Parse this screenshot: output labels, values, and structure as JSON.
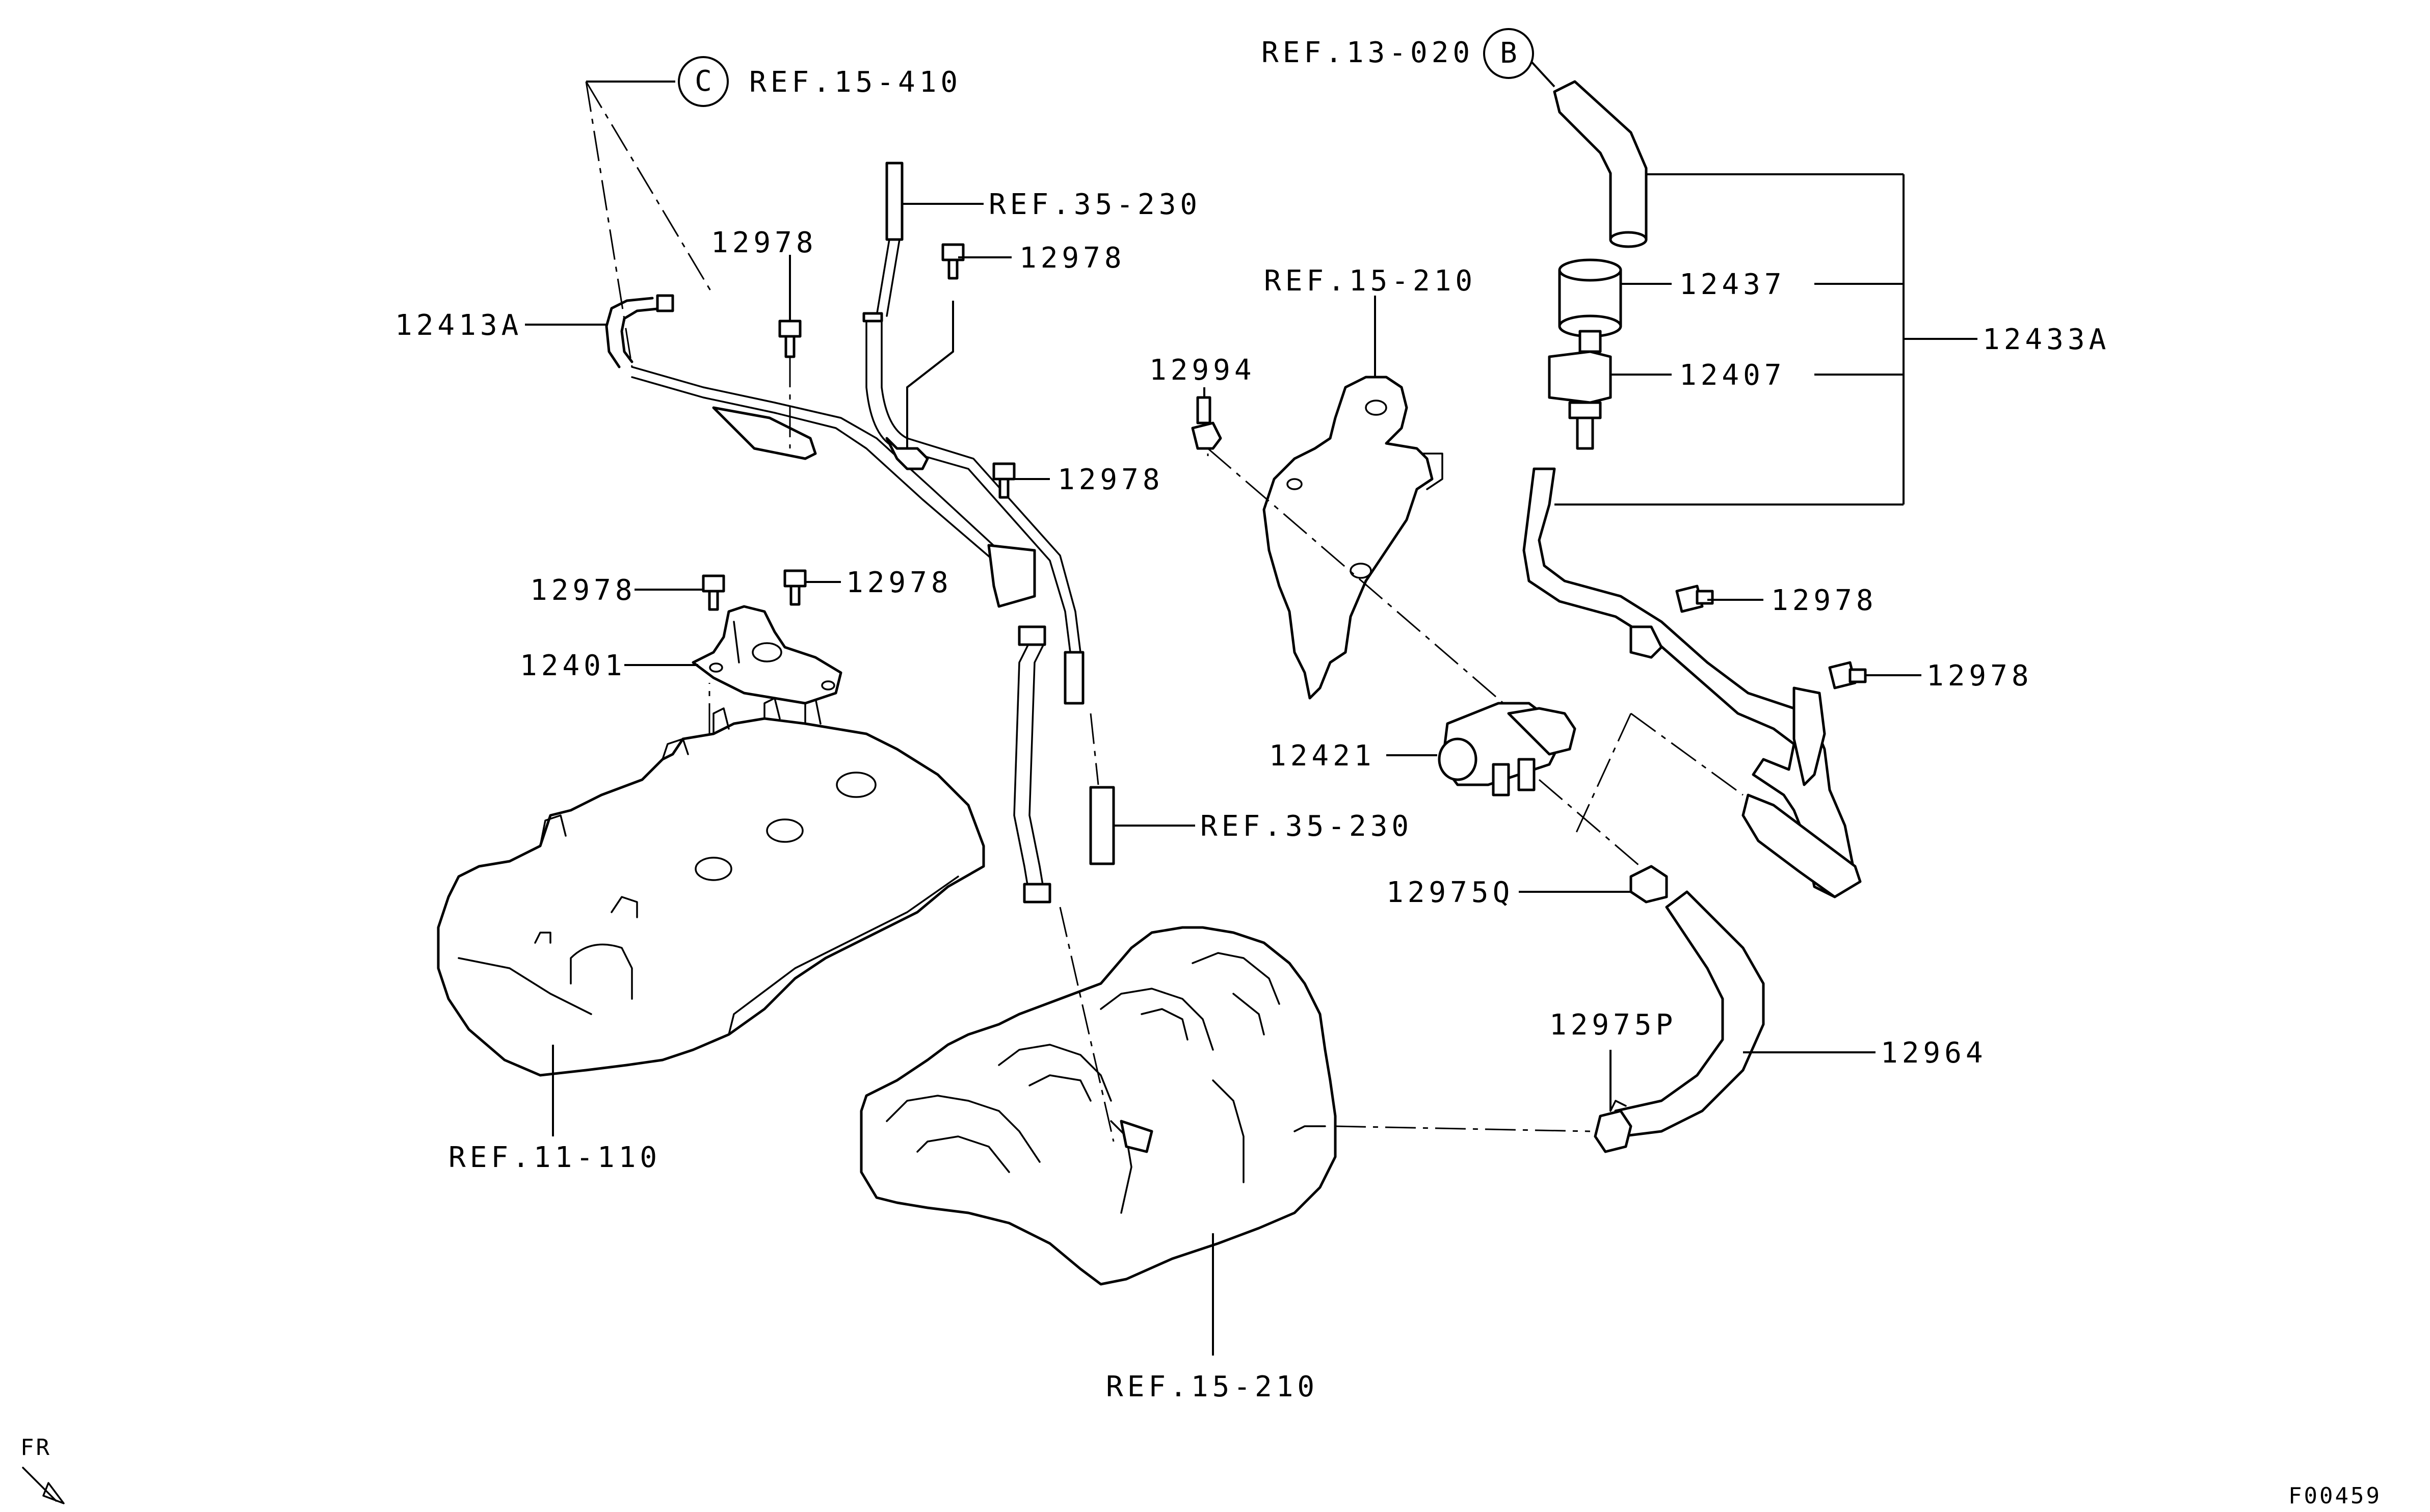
{
  "labels": {
    "ref_15_410": "REF.15-410",
    "ref_35_230_top": "REF.35-230",
    "ref_13_020": "REF.13-020",
    "ref_15_210_top": "REF.15-210",
    "ref_35_230_mid": "REF.35-230",
    "ref_11_110": "REF.11-110",
    "ref_15_210_bottom": "REF.15-210",
    "p12978_a": "12978",
    "p12978_b": "12978",
    "p12978_c": "12978",
    "p12978_d": "12978",
    "p12978_e": "12978",
    "p12978_f": "12978",
    "p12978_g": "12978",
    "p12413A": "12413A",
    "p12401": "12401",
    "p12994": "12994",
    "p12421": "12421",
    "p12437": "12437",
    "p12407": "12407",
    "p12433A": "12433A",
    "p12975Q": "12975Q",
    "p12975P": "12975P",
    "p12964": "12964"
  },
  "callouts": {
    "c": "C",
    "b": "B"
  },
  "direction": {
    "fr": "FR"
  },
  "figure_id": "F00459"
}
